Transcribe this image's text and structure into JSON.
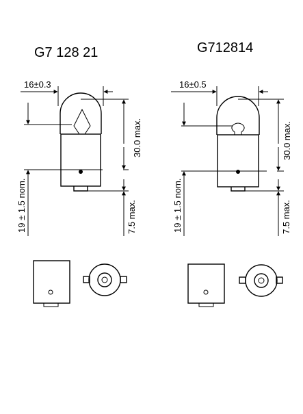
{
  "left": {
    "title": "G7 128 21",
    "diameter_label": "16±0.3",
    "height_label": "30.0 max.",
    "base_label": "7.5 max.",
    "filament_height_label": "19 ± 1.5 nom."
  },
  "right": {
    "title": "G712814",
    "diameter_label": "16±0.5",
    "height_label": "30.0 max.",
    "base_label": "7.5 max.",
    "filament_height_label": "19 ± 1.5 nom."
  },
  "colors": {
    "line": "#000000",
    "background": "#ffffff"
  }
}
